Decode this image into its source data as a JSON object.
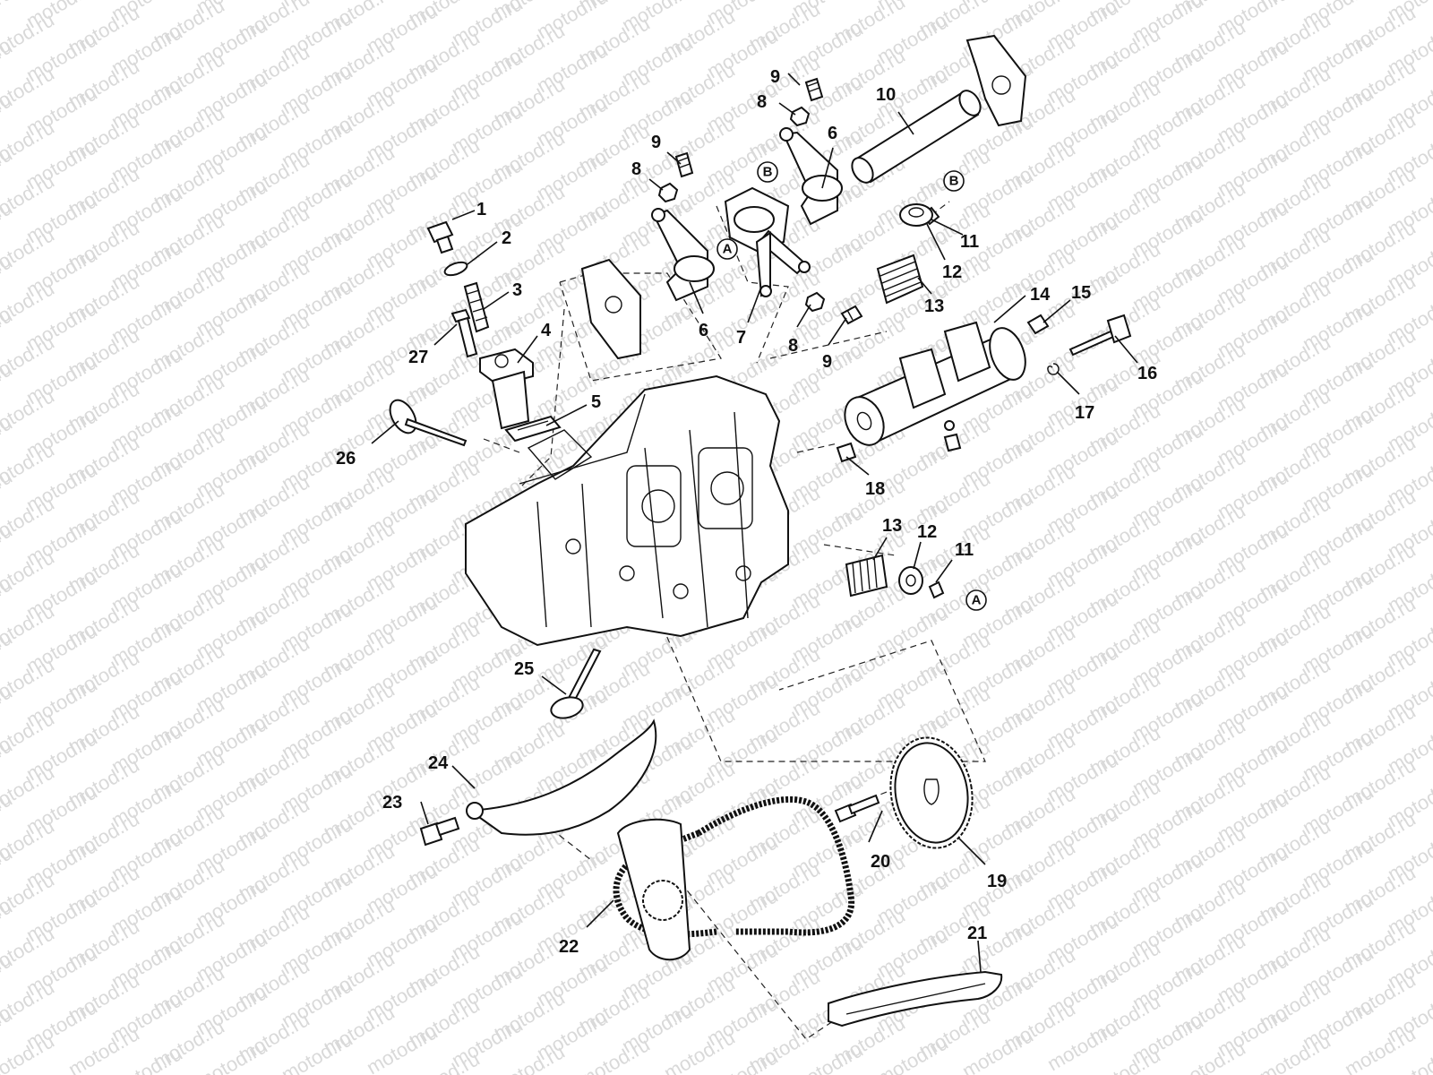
{
  "watermark": "motod.ru",
  "callouts": [
    {
      "id": "1",
      "text": "1"
    },
    {
      "id": "2",
      "text": "2"
    },
    {
      "id": "3",
      "text": "3"
    },
    {
      "id": "4",
      "text": "4"
    },
    {
      "id": "5",
      "text": "5"
    },
    {
      "id": "6a",
      "text": "6"
    },
    {
      "id": "6b",
      "text": "6"
    },
    {
      "id": "7",
      "text": "7"
    },
    {
      "id": "8a",
      "text": "8"
    },
    {
      "id": "8b",
      "text": "8"
    },
    {
      "id": "8c",
      "text": "8"
    },
    {
      "id": "9a",
      "text": "9"
    },
    {
      "id": "9b",
      "text": "9"
    },
    {
      "id": "9c",
      "text": "9"
    },
    {
      "id": "10",
      "text": "10"
    },
    {
      "id": "11a",
      "text": "11"
    },
    {
      "id": "11b",
      "text": "11"
    },
    {
      "id": "12a",
      "text": "12"
    },
    {
      "id": "12b",
      "text": "12"
    },
    {
      "id": "13a",
      "text": "13"
    },
    {
      "id": "13b",
      "text": "13"
    },
    {
      "id": "14",
      "text": "14"
    },
    {
      "id": "15",
      "text": "15"
    },
    {
      "id": "16",
      "text": "16"
    },
    {
      "id": "17",
      "text": "17"
    },
    {
      "id": "18",
      "text": "18"
    },
    {
      "id": "19",
      "text": "19"
    },
    {
      "id": "20",
      "text": "20"
    },
    {
      "id": "21",
      "text": "21"
    },
    {
      "id": "22",
      "text": "22"
    },
    {
      "id": "23",
      "text": "23"
    },
    {
      "id": "24",
      "text": "24"
    },
    {
      "id": "25",
      "text": "25"
    },
    {
      "id": "26",
      "text": "26"
    },
    {
      "id": "27",
      "text": "27"
    }
  ],
  "reference_markers": {
    "a": "A",
    "b": "B"
  }
}
